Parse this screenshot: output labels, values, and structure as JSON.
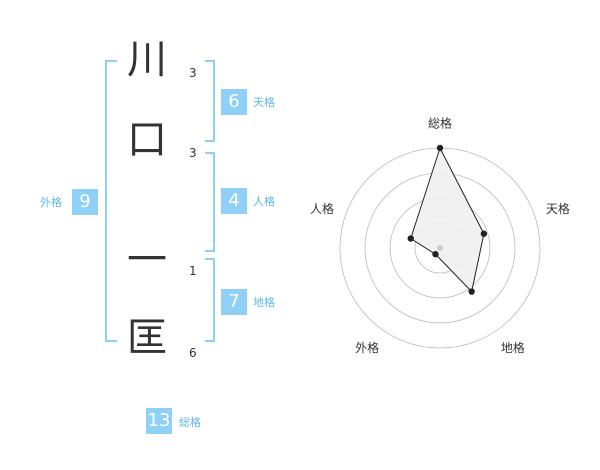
{
  "characters": [
    {
      "char": "川",
      "strokes": "3"
    },
    {
      "char": "口",
      "strokes": "3"
    },
    {
      "char": "一",
      "strokes": "1"
    },
    {
      "char": "匡",
      "strokes": "6"
    }
  ],
  "fortunes": {
    "tenkaku": {
      "value": "6",
      "label": "天格"
    },
    "jinkaku": {
      "value": "4",
      "label": "人格"
    },
    "chikaku": {
      "value": "7",
      "label": "地格"
    },
    "gaikaku": {
      "value": "9",
      "label": "外格"
    },
    "soukaku": {
      "value": "13",
      "label": "総格"
    }
  },
  "chart_data": {
    "type": "radar",
    "axes": [
      "総格",
      "天格",
      "地格",
      "外格",
      "人格"
    ],
    "values": [
      13,
      6,
      7,
      1,
      4
    ],
    "max": 13,
    "rings": 4,
    "colors": {
      "fill": "#f0f0f0",
      "line": "#222222",
      "ring": "#bbbbbb"
    }
  }
}
